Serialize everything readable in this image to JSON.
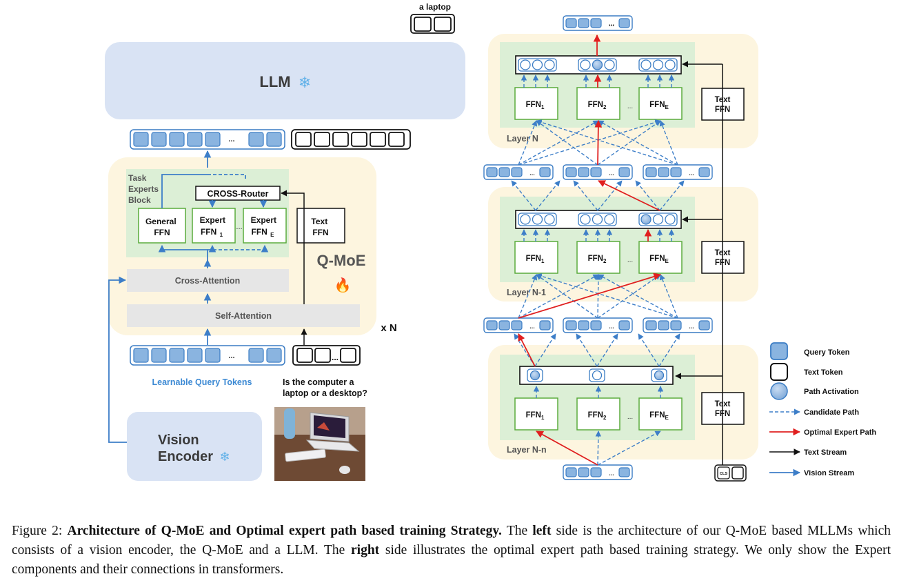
{
  "left": {
    "answer_label": "a laptop",
    "llm_label": "LLM",
    "token_ellipsis": "...",
    "task_experts_label": [
      "Task",
      "Experts",
      "Block"
    ],
    "router_label": "CROSS-Router",
    "general_ffn": [
      "General",
      "FFN"
    ],
    "expert_ffn_1": [
      "Expert",
      "FFN",
      "1"
    ],
    "expert_ffn_e": [
      "Expert",
      "FFN",
      "E"
    ],
    "expert_ellipsis": "...",
    "text_ffn": [
      "Text",
      "FFN"
    ],
    "qmoe_label": "Q-MoE",
    "cross_attention_label": "Cross-Attention",
    "self_attention_label": "Self-Attention",
    "repeat_label": "x N",
    "query_tokens_label": "Learnable Query Tokens",
    "question_label": [
      "Is the computer a",
      "laptop or a desktop?"
    ],
    "vision_encoder_label": [
      "Vision",
      "Encoder"
    ]
  },
  "right": {
    "layers": [
      {
        "label": "Layer N"
      },
      {
        "label": "Layer N-1"
      },
      {
        "label": "Layer N-n"
      }
    ],
    "ffn_1": [
      "FFN",
      "1"
    ],
    "ffn_2": [
      "FFN",
      "2"
    ],
    "ffn_e": [
      "FFN",
      "E"
    ],
    "ffn_ellipsis": "...",
    "text_ffn": [
      "Text",
      "FFN"
    ],
    "cls_label": "CLS",
    "token_ellipsis": "..."
  },
  "legend": [
    {
      "icon": "query-token-icon",
      "label": "Query Token"
    },
    {
      "icon": "text-token-icon",
      "label": "Text Token"
    },
    {
      "icon": "path-activation-icon",
      "label": "Path Activation"
    },
    {
      "icon": "dashed-blue-arrow-icon",
      "label": "Candidate Path"
    },
    {
      "icon": "red-arrow-icon",
      "label": "Optimal Expert Path"
    },
    {
      "icon": "black-arrow-icon",
      "label": "Text Stream"
    },
    {
      "icon": "blue-arrow-icon",
      "label": "Vision Stream"
    }
  ],
  "caption": {
    "prefix": "Figure 2: ",
    "bold_title": "Architecture of Q-MoE and Optimal expert path based training Strategy.",
    "part1": " The ",
    "bold_left": "left",
    "part2": " side is the architecture of our Q-MoE based MLLMs which consists of a vision encoder, the Q-MoE and a LLM. The ",
    "bold_right": "right",
    "part3": " side illustrates the optimal expert path based training strategy. We only show the Expert components and their connections in transformers."
  },
  "colors": {
    "token_fill": "#8ab4e0",
    "token_border": "#3a7cc4",
    "stream_blue": "#3d7ec8",
    "optimal_red": "#e02020",
    "expert_green_bg": "#dcefd6",
    "expert_green_border": "#5aab3c",
    "layer_bg": "#fdf5df",
    "llm_bg": "#d9e3f4",
    "attention_gray": "#e6e6e6",
    "query_label_blue": "#3d8ad4"
  }
}
